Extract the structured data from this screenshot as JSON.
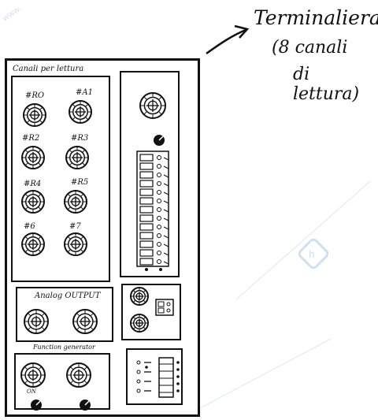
{
  "annotation": {
    "line1": "Terminaliera",
    "line2": "(8 canali",
    "line3": "di lettura)"
  },
  "reading_section": {
    "title": "Canali per lettura",
    "channels": [
      "#RO",
      "#A1",
      "#R2",
      "#R3",
      "#R4",
      "#R5",
      "#6",
      "#7"
    ]
  },
  "analog_section": {
    "title": "Analog OUTPUT"
  },
  "function_section": {
    "title": "Function generator",
    "knob_label": "ON"
  },
  "watermark": {
    "text": "www."
  }
}
